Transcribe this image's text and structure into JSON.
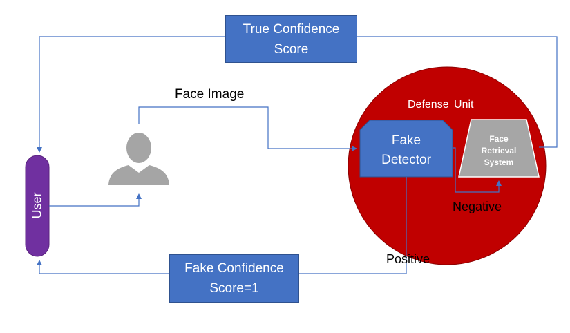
{
  "labels": {
    "true_confidence_line1": "True Confidence",
    "true_confidence_line2": "Score",
    "fake_confidence_line1": "Fake Confidence",
    "fake_confidence_line2": "Score=1",
    "face_image": "Face Image",
    "defense_unit": "Defense Unit",
    "fake_detector_line1": "Fake",
    "fake_detector_line2": "Detector",
    "face_retrieval_line1": "Face",
    "face_retrieval_line2": "Retrieval",
    "face_retrieval_line3": "System",
    "negative": "Negative",
    "positive": "Positive",
    "user": "User"
  },
  "icons": {
    "person": "person-icon"
  },
  "colors": {
    "box_blue": "#4472C4",
    "box_border": "#2F528F",
    "defense_red": "#C00000",
    "user_purple": "#7030A0",
    "retrieval_gray": "#A6A6A6",
    "arrow_blue": "#4472C4",
    "person_gray": "#A5A5A5"
  }
}
